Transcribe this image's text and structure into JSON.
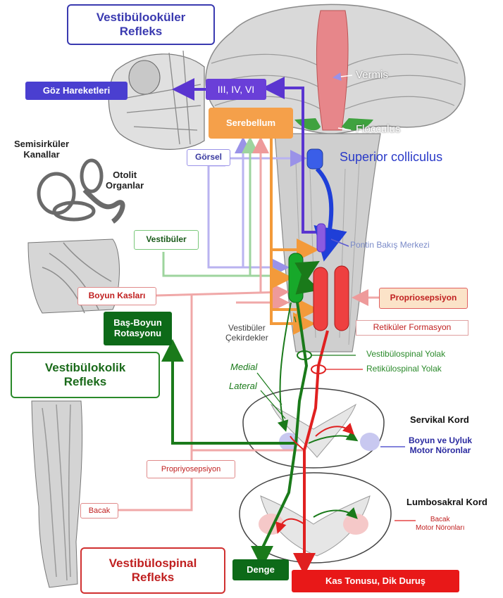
{
  "title_boxes": {
    "vor": "Vestibülooküler\nRefleks",
    "vcr": "Vestibülokolik\nRefleks",
    "vsr": "Vestibülospinal\nRefleks"
  },
  "cerebellum": {
    "vermis": "Vermis",
    "flocculus": "Flocculus"
  },
  "boxes": {
    "goz_hareketleri": "Göz Hareketleri",
    "cranial_nuclei": "III, IV, VI",
    "serebellum": "Serebellum",
    "gorsel": "Görsel",
    "vestibuler": "Vestibüler",
    "boyun_kaslari": "Boyun Kasları",
    "bas_boyun": "Baş-Boyun\nRotasyonu",
    "propriosepsiyon_right": "Propriosepsiyon",
    "propriyosepsiyon_left": "Propriyosepsiyon",
    "bacak": "Bacak",
    "denge": "Denge",
    "kas_tonusu": "Kas Tonusu, Dik Duruş"
  },
  "labels": {
    "semisirkuler": "Semisirküler\nKanallar",
    "otolit": "Otolit\nOrganlar",
    "superior_colliculus": "Superior colliculus",
    "pontin": "Pontin Bakış Merkezi",
    "vestibuler_cekirdekler": "Vestibüler\nÇekirdekler",
    "retikuler_formasyon": "Retiküler Formasyon",
    "vestibulospinal_yolak": "Vestibülospinal Yolak",
    "retikulospinal_yolak": "Retikülospinal Yolak",
    "medial": "Medial",
    "lateral": "Lateral",
    "servikal_kord": "Servikal Kord",
    "boyun_uyluk": "Boyun ve Uyluk\nMotor Nöronlar",
    "lumbosakral_kord": "Lumbosakral Kord",
    "bacak_motor": "Bacak\nMotor Nöronları"
  },
  "colors": {
    "blue_purple": "#4a3fd0",
    "orange": "#f39a3a",
    "green_dark": "#1a7a1a",
    "red": "#e02020",
    "pink_line": "#f2b8b8",
    "lavender_line": "#b9b3f0",
    "vestibular_green_line": "#bfe6bf"
  }
}
